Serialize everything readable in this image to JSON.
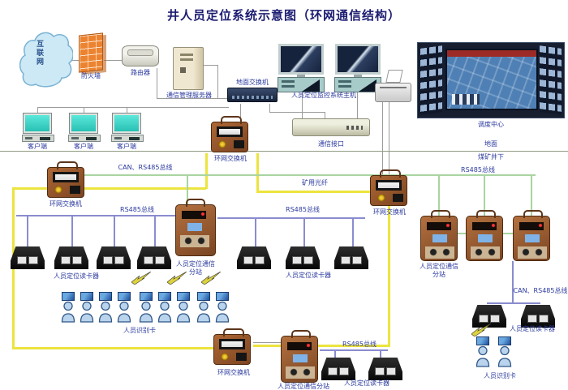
{
  "title": "井人员定位系统示意图（环网通信结构）",
  "surface": {
    "internet": "互联网",
    "firewall": "防火墙",
    "router": "路由器",
    "server": "通信管理服务器",
    "ground_switch": "地面交换机",
    "host": "人员定位监控系统主机",
    "comm_interface": "通信接口",
    "dispatch_center": "调度中心",
    "client": "客户端"
  },
  "divider": {
    "surface_label": "地面",
    "underground_label": "煤矿井下"
  },
  "underground": {
    "ring_switch": "环网交换机",
    "fiber": "矿用光纤",
    "can_rs485_bus": "CAN、RS485总线",
    "rs485_bus": "RS485总线",
    "substation": "人员定位通信分站",
    "substation_line1": "人员定位通信",
    "substation_line2": "分站",
    "card_reader": "人员定位读卡器",
    "id_card": "人员识别卡"
  }
}
